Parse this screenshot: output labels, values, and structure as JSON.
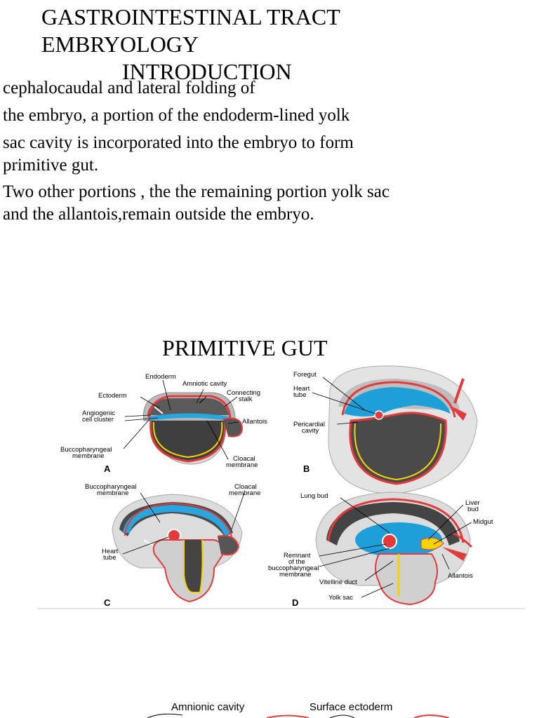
{
  "title": {
    "line1": "GASTROINTESTINAL TRACT",
    "line2": "EMBRYOLOGY",
    "line3": "INTRODUCTION"
  },
  "paragraph1": [
    "cephalocaudal and lateral folding of",
    "the embryo, a portion of the endoderm-lined yolk",
    "sac cavity is incorporated into the embryo to form",
    "primitive gut."
  ],
  "paragraph2": [
    "Two other portions ,  the  the remaining portion yolk sac",
    "and the allantois,remain outside the embryo."
  ],
  "section_heading": "PRIMITIVE GUT",
  "figure": {
    "panelA": {
      "letter": "A",
      "labels": {
        "endoderm": "Endoderm",
        "amniotic": "Amniotic cavity",
        "ectoderm": "Ectoderm",
        "connecting1": "Connecting",
        "connecting2": "stalk",
        "angio1": "Angiogenic",
        "angio2": "cell cluster",
        "allantois": "Allantois",
        "bucco1": "Buccopharyngeal",
        "bucco2": "membrane",
        "cloacal1": "Cloacal",
        "cloacal2": "membrane"
      }
    },
    "panelB": {
      "letter": "B",
      "labels": {
        "foregut": "Foregut",
        "heart1": "Heart",
        "heart2": "tube",
        "pericardial1": "Pericardial",
        "pericardial2": "cavity"
      }
    },
    "panelC": {
      "letter": "C",
      "labels": {
        "bucco1": "Buccopharyngeal",
        "bucco2": "membrane",
        "cloacal1": "Cloacal",
        "cloacal2": "membrane",
        "heart1": "Heart",
        "heart2": "tube"
      }
    },
    "panelD": {
      "letter": "D",
      "labels": {
        "lungbud": "Lung bud",
        "liver1": "Liver",
        "liver2": "bud",
        "midgut": "Midgut",
        "remnant1": "Remnant",
        "remnant2": "of the",
        "remnant3": "buccopharyngeal",
        "remnant4": "membrane",
        "allantois": "Allantois",
        "vitelline": "Vitelline duct",
        "yolksac": "Yolk sac"
      }
    }
  },
  "bottom_figure": {
    "amnionic": "Amnionic cavity",
    "surface": "Surface ectoderm"
  }
}
